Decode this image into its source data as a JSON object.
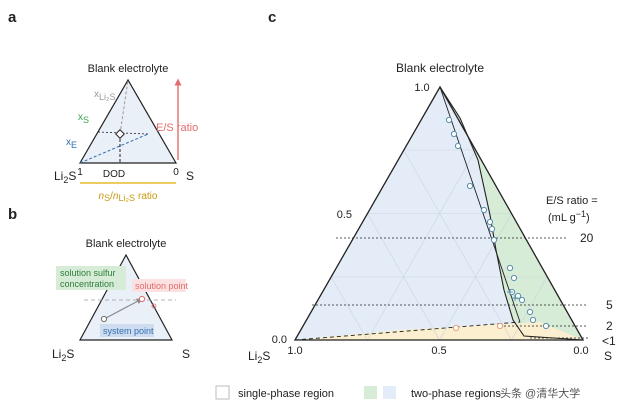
{
  "panel_a": {
    "label": "a",
    "title": "Blank electrolyte",
    "x_li2s_label": "x",
    "x_li2s_sub": "Li₂S",
    "x_s_label": "x",
    "x_s_sub": "S",
    "x_e_label": "x",
    "x_e_sub": "E",
    "es_ratio_label": "E/S ratio",
    "li2s_label": "Li",
    "li2s_sub": "2",
    "li2s_tail": "S",
    "s_label": "S",
    "tick_left": "1",
    "tick_right": "0",
    "dod_label": "DOD",
    "ratio_n1": "n",
    "ratio_s1": "S",
    "ratio_slash": "/",
    "ratio_n2": "n",
    "ratio_s2": "Li₂S",
    "ratio_word": "ratio",
    "colors": {
      "gray": "#9a9a9a",
      "green": "#3aa14c",
      "blue": "#2f6fb0",
      "red": "#e46c6c",
      "yellow": "#e8b92e"
    }
  },
  "panel_b": {
    "label": "b",
    "title": "Blank electrolyte",
    "solution_sulfur_line1": "solution sulfur",
    "solution_sulfur_line2": "concentration",
    "solution_point": "solution point",
    "system_point": "system point",
    "li2s_label": "Li",
    "li2s_sub": "2",
    "li2s_tail": "S",
    "s_label": "S"
  },
  "panel_c": {
    "label": "c",
    "title": "Blank electrolyte",
    "axis_top_label": "1.0",
    "axis_mid_label": "0.5",
    "axis_bottom_label": "0.0",
    "base_labels": [
      "1.0",
      "0.5",
      "0.0"
    ],
    "li2s_label": "Li",
    "li2s_sub": "2",
    "li2s_tail": "S",
    "s_label": "S",
    "es_header_1": "E/S ratio =",
    "es_header_2": "(mL g",
    "es_header_sup": "−1",
    "es_header_close": ")",
    "es_values": [
      "20",
      "5",
      "2",
      "<1"
    ],
    "colors": {
      "single_phase": "#e4edf7",
      "two_phase_green": "#d6ecd6",
      "two_phase_yellow": "#fbefcf",
      "marker": "#5a8fb0",
      "marker_orange": "#e3a06b"
    }
  },
  "legend": {
    "single_phase": "single-phase region",
    "two_phase": "two-phase regions",
    "watermark": "头条 @清华大学"
  }
}
